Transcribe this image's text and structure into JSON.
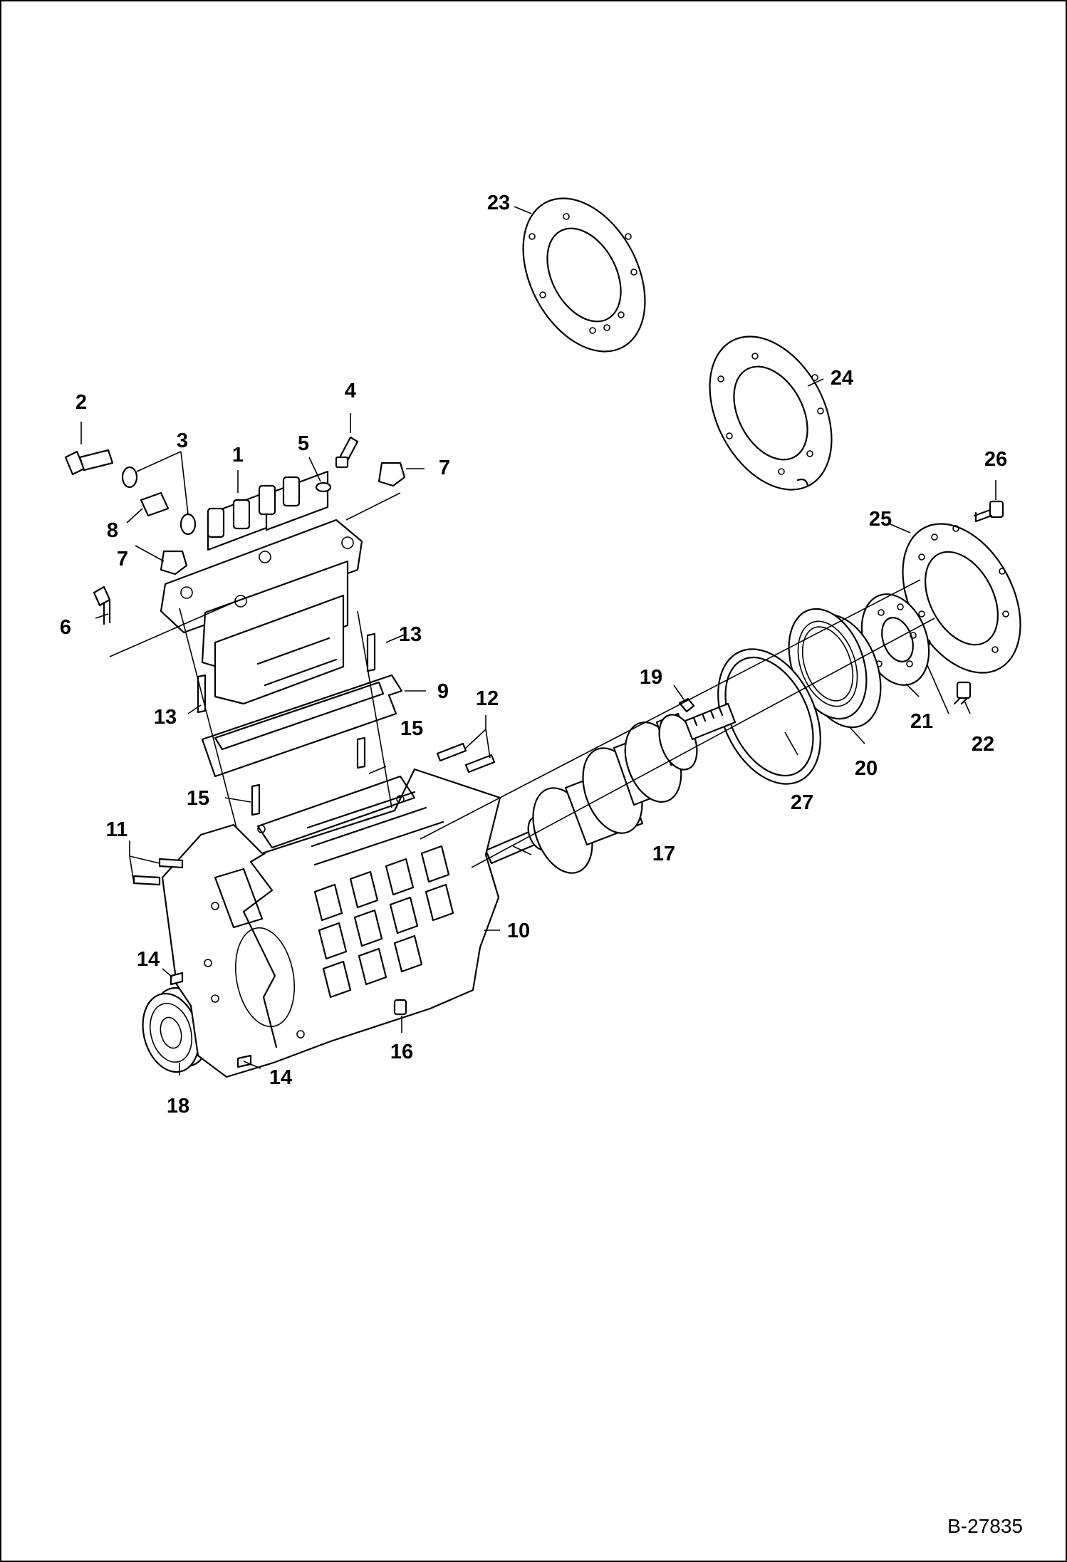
{
  "figure": {
    "id": "B-27835"
  },
  "callouts": [
    "1",
    "2",
    "3",
    "4",
    "5",
    "6",
    "7",
    "7",
    "8",
    "9",
    "10",
    "11",
    "12",
    "13",
    "13",
    "14",
    "14",
    "15",
    "15",
    "16",
    "17",
    "18",
    "19",
    "20",
    "21",
    "22",
    "23",
    "24",
    "25",
    "26",
    "27"
  ],
  "colors": {
    "ink": "#000000",
    "paper": "#ffffff"
  }
}
